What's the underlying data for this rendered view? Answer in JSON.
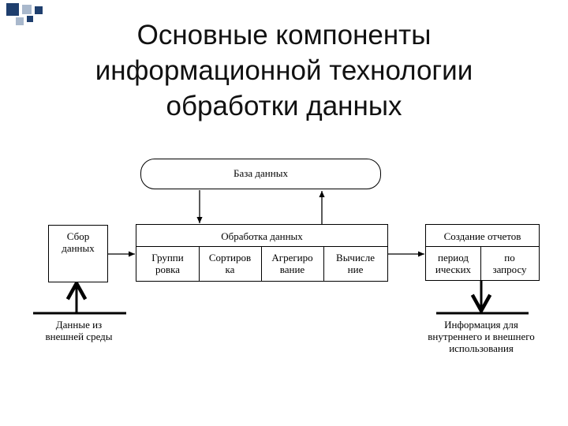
{
  "title": {
    "line1": "Основные компоненты",
    "line2": "информационной технологии",
    "line3": "обработки данных"
  },
  "database": {
    "label": "База данных"
  },
  "collection": {
    "line1": "Сбор",
    "line2": "данных"
  },
  "processing": {
    "header": "Обработка данных",
    "steps": [
      {
        "line1": "Группи",
        "line2": "ровка"
      },
      {
        "line1": "Сортиров",
        "line2": "ка"
      },
      {
        "line1": "Агрегиро",
        "line2": "вание"
      },
      {
        "line1": "Вычисле",
        "line2": "ние"
      }
    ]
  },
  "reports": {
    "header": "Создание отчетов",
    "items": [
      {
        "line1": "период",
        "line2": "ических"
      },
      {
        "line1": "по",
        "line2": "запросу"
      }
    ]
  },
  "input_source": {
    "line1": "Данные из",
    "line2": "внешней среды"
  },
  "output_target": {
    "line1": "Информация для",
    "line2": "внутреннего и внешнего",
    "line3": "использования"
  },
  "colors": {
    "deco_dark": "#1f3f6e",
    "deco_light": "#a9b8cc",
    "line": "#000000"
  }
}
